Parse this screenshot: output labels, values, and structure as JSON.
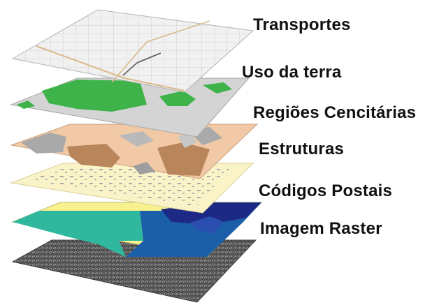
{
  "labels": {
    "transportes": "Transportes",
    "uso_da_terra": "Uso da terra",
    "regioes": "Regiões Cencitárias",
    "estruturas": "Estruturas",
    "codigos_postais": "Códigos Postais",
    "imagem_raster": "Imagem Raster"
  },
  "colors": {
    "transport_base": "#f1f1f1",
    "transport_streets": "#b8b8b8",
    "transport_highway": "#d9b98c",
    "landuse_base": "#d4d4d4",
    "landuse_green": "#3db34a",
    "census_base": "#f2c9a6",
    "census_brown": "#b8865a",
    "census_gray": "#a9a9a9",
    "structures_base": "#fbf3c8",
    "structures_marks": "#9a9a9a",
    "postal_yellow": "#f7f28f",
    "postal_teal": "#2fb89e",
    "postal_blue": "#1b5fa8",
    "postal_navy": "#1c2a86",
    "raster_dark": "#565656"
  }
}
